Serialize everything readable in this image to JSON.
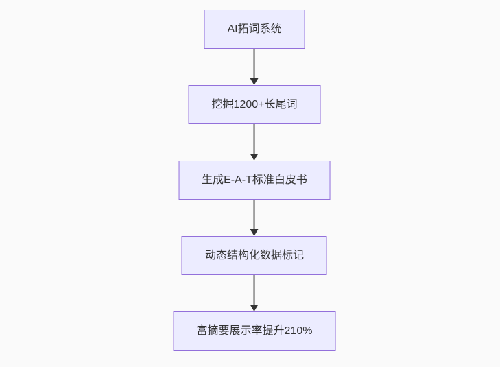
{
  "flowchart": {
    "type": "flowchart",
    "direction": "top-down",
    "nodes": [
      {
        "id": "A",
        "label": "AI拓词系统"
      },
      {
        "id": "B",
        "label": "挖掘1200+长尾词"
      },
      {
        "id": "C",
        "label": "生成E-A-T标准白皮书"
      },
      {
        "id": "D",
        "label": "动态结构化数据标记"
      },
      {
        "id": "E",
        "label": "富摘要展示率提升210%"
      }
    ],
    "edges": [
      {
        "from": "A",
        "to": "B",
        "style": "arrow-down"
      },
      {
        "from": "B",
        "to": "C",
        "style": "arrow-down"
      },
      {
        "from": "C",
        "to": "D",
        "style": "arrow-down"
      },
      {
        "from": "D",
        "to": "E",
        "style": "arrow-down"
      }
    ],
    "colors": {
      "background": "#fafafa",
      "node_fill": "#ECECFF",
      "node_border": "#9370DB",
      "node_text": "#333333",
      "arrow": "#333333"
    }
  }
}
